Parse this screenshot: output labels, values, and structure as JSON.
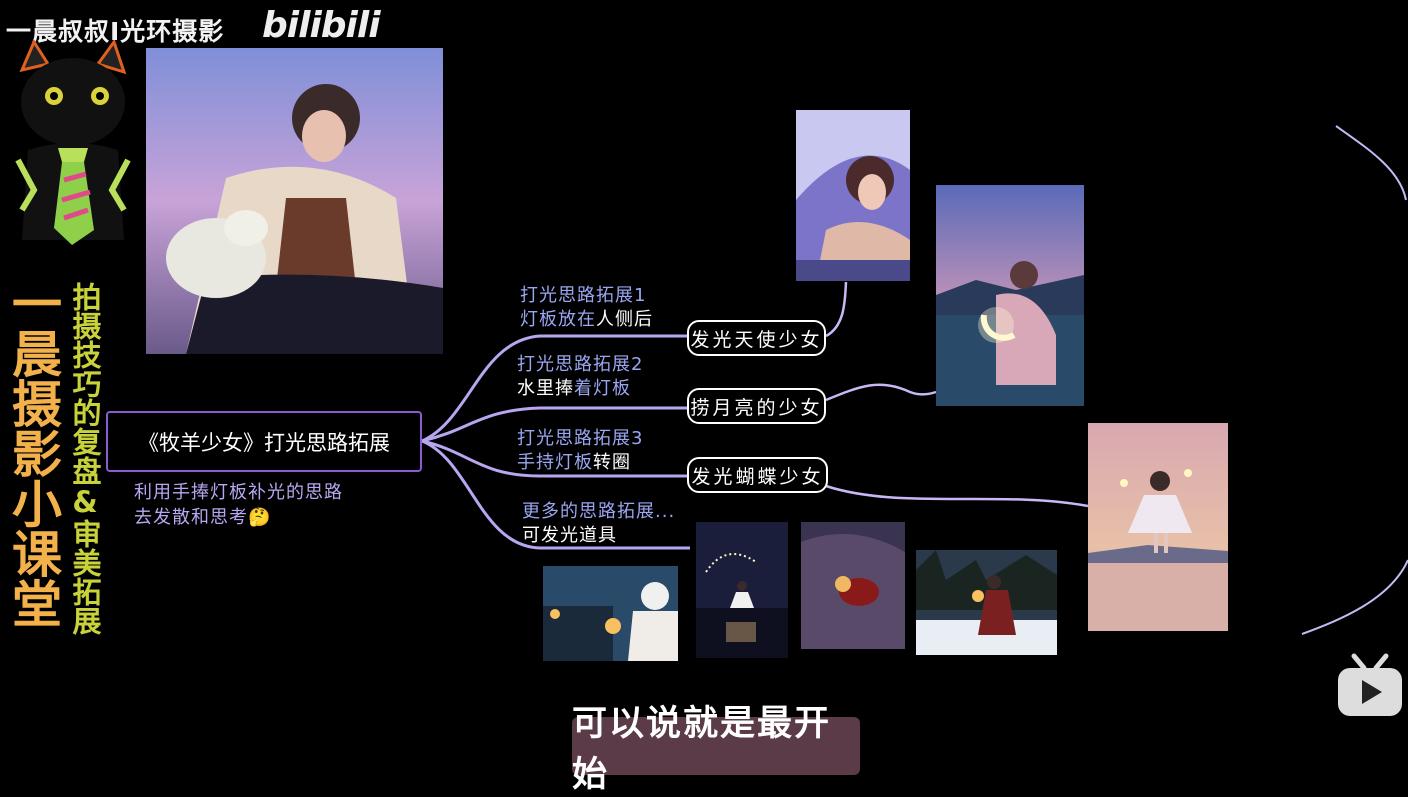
{
  "watermark": {
    "channel": "一晨叔叔I光环摄影",
    "platform_logo": "bilibili"
  },
  "side_titles": {
    "main": "一晨摄影小课堂",
    "sub": "拍摄技巧的复盘&审美拓展"
  },
  "mindmap": {
    "root": "《牧羊少女》打光思路拓展",
    "root_note": [
      "利用手捧灯板补光的思路",
      "去发散和思考🤔"
    ],
    "branches": [
      {
        "line1": "打光思路拓展1",
        "line2_a": "灯板放在",
        "line2_b": "人侧后",
        "leaf": "发光天使少女"
      },
      {
        "line1": "打光思路拓展2",
        "line2_a": "水里捧",
        "line2_b": "着灯板",
        "leaf": "捞月亮的少女"
      },
      {
        "line1": "打光思路拓展3",
        "line2_a": "手持灯板",
        "line2_b": "转圈",
        "leaf": "发光蝴蝶少女"
      },
      {
        "line1": "更多的思路拓展...",
        "line2_a": "可发光道具",
        "line2_b": ""
      }
    ]
  },
  "subtitle": "可以说就是最开始",
  "colors": {
    "root_border": "#8a5cd0",
    "branch_line": "#b9a6f0",
    "title_orange": "#f2b14a",
    "title_yellow": "#c8d23a",
    "subtitle_bg": "#5a3b47"
  },
  "icons": {
    "mascot": "cat-mascot-icon",
    "play": "bilibili-tv-icon"
  }
}
